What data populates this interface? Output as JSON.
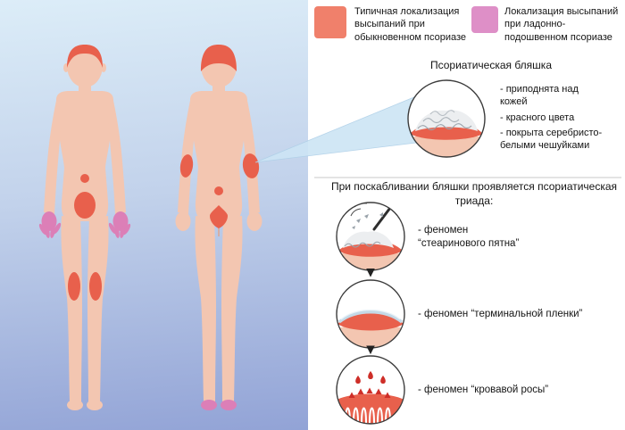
{
  "legend": {
    "items": [
      {
        "label": "Типичная локализация высыпаний при обыкновенном псориазе",
        "color": "#F0806B"
      },
      {
        "label": "Локализация высыпаний при ладонно-подошвенном псориазе",
        "color": "#DE8FC7"
      }
    ]
  },
  "plaque": {
    "title": "Псориатическая бляшка",
    "features": [
      "- приподнята над кожей",
      "- красного цвета",
      "- покрыта серебристо-белыми чешуйками"
    ]
  },
  "triad": {
    "title": "При поскабливании бляшки проявляется псориатическая триада:",
    "steps": [
      {
        "label": "- феномен “стеаринового пятна”"
      },
      {
        "label": "- феномен “терминальной пленки”"
      },
      {
        "label": "- феномен “кровавой росы”"
      }
    ]
  },
  "colors": {
    "typical_rash": "#E8604C",
    "palmoplantar_rash": "#DC7FB7",
    "skin": "#F3C6B1",
    "background_top": "#DCEDF8",
    "background_bottom": "#92A3D6"
  }
}
